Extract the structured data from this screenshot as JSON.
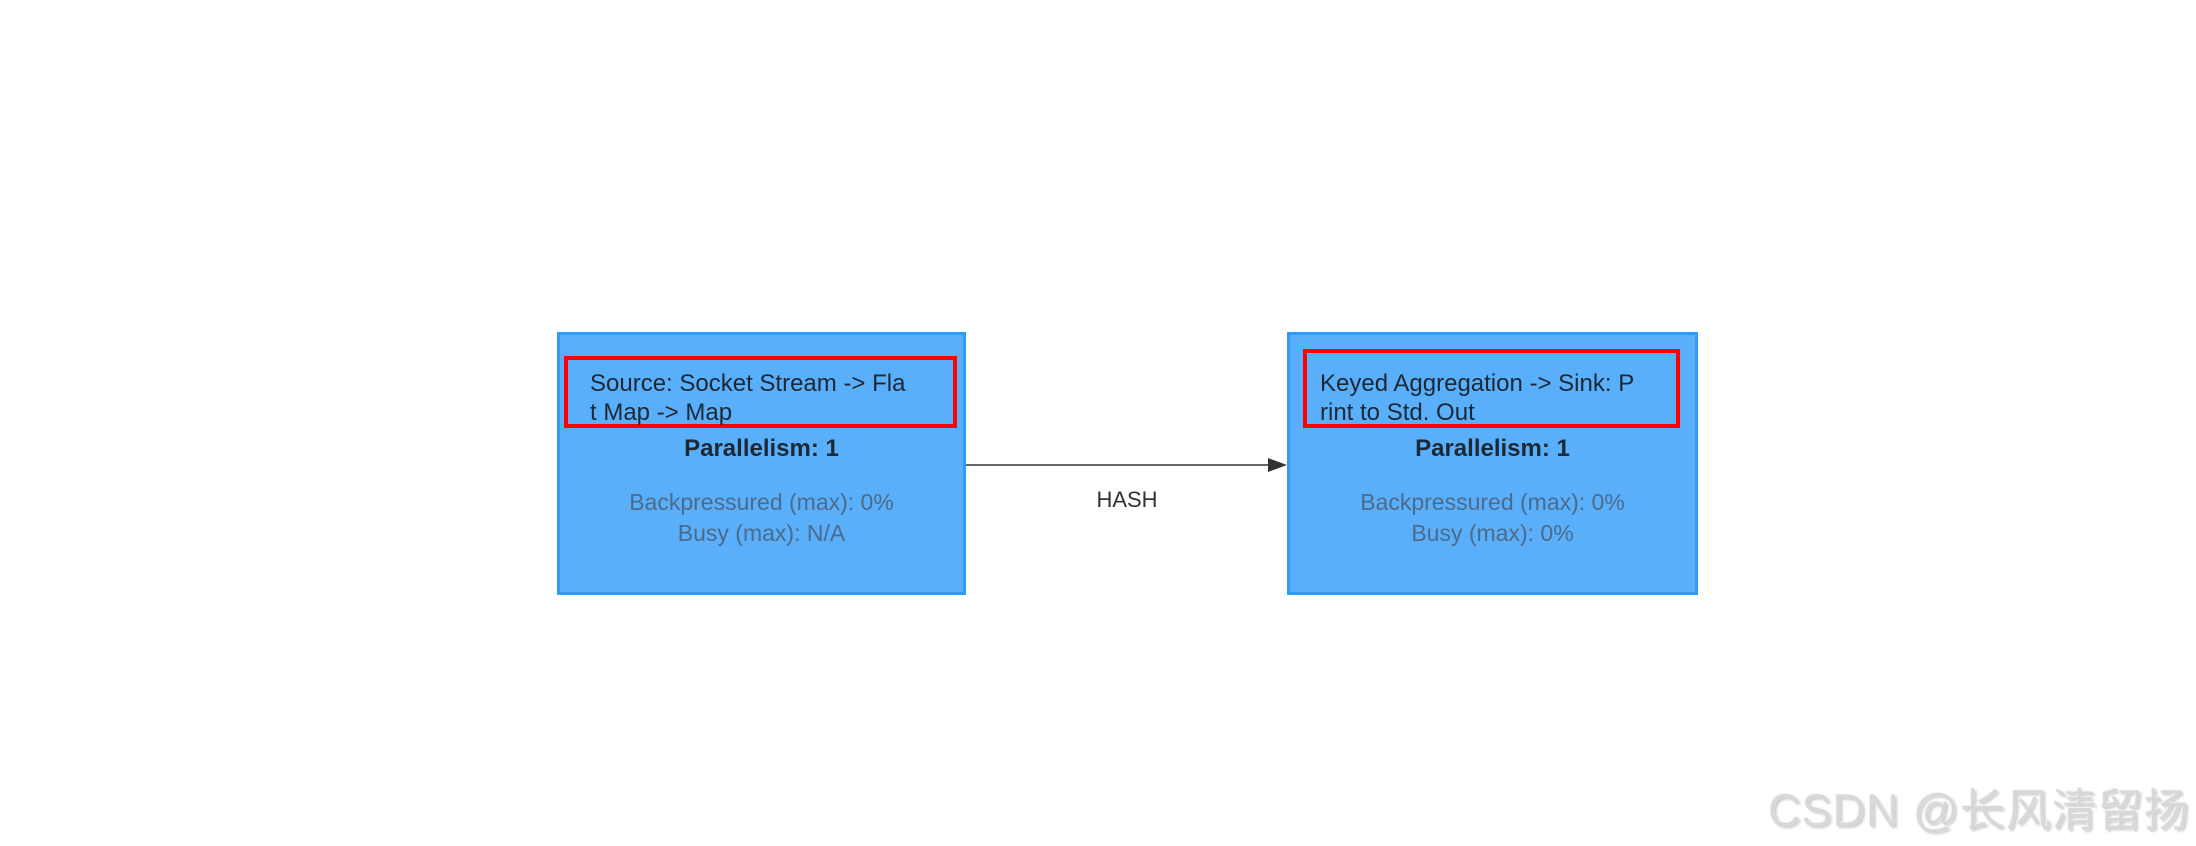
{
  "colors": {
    "background": "#ffffff",
    "node-fill": "#5aaffa",
    "node-border": "#2e9cf5",
    "annotation-red": "#fe0000",
    "title-text": "#1b2836",
    "metrics-text": "#4c6b8a",
    "edge-line": "#666666",
    "edge-arrowhead": "#333333",
    "edge-label-text": "#333333",
    "watermark-text": "#d8d8d8"
  },
  "nodes": [
    {
      "title_full": "Source: Socket Stream -> Flat Map -> Map",
      "title_line1": "Source: Socket Stream -> Fla",
      "title_line2": "t Map -> Map",
      "parallelism": "Parallelism: 1",
      "backpressured": "Backpressured (max): 0%",
      "busy": "Busy (max): N/A"
    },
    {
      "title_full": "Keyed Aggregation -> Sink: Print to Std. Out",
      "title_line1": "Keyed Aggregation -> Sink: P",
      "title_line2": "rint to Std. Out",
      "parallelism": "Parallelism: 1",
      "backpressured": "Backpressured (max): 0%",
      "busy": "Busy (max): 0%"
    }
  ],
  "edge": {
    "label": "HASH"
  },
  "watermark": {
    "text": "CSDN @长风清留扬"
  }
}
